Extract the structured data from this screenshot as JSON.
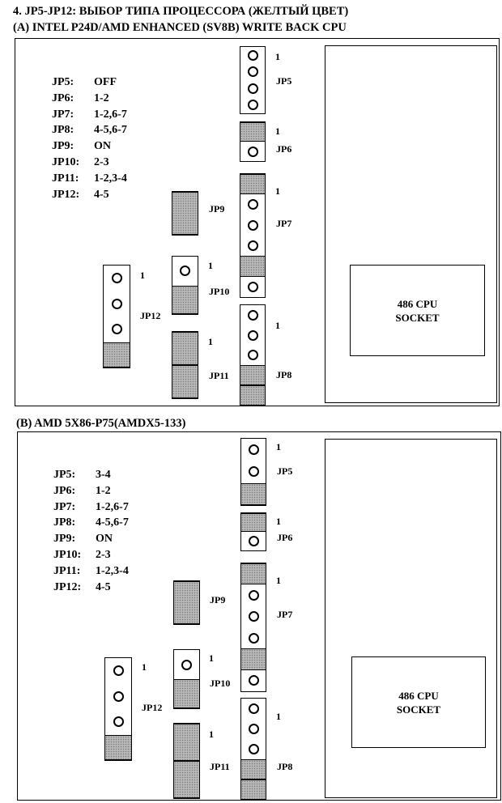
{
  "title": "4.  JP5-JP12: ВЫБОР ТИПА ПРОЦЕССОРА (ЖЕЛТЫЙ ЦВЕТ)",
  "pin_one_label": "1",
  "cpu_socket": {
    "line1": "486 CPU",
    "line2": "SOCKET"
  },
  "jumper_names": {
    "jp5": "JP5",
    "jp6": "JP6",
    "jp7": "JP7",
    "jp8": "JP8",
    "jp9": "JP9",
    "jp10": "JP10",
    "jp11": "JP11",
    "jp12": "JP12"
  },
  "configs": [
    {
      "heading": "(A) INTEL P24D/AMD ENHANCED (SV8B) WRITE BACK CPU",
      "settings": [
        {
          "label": "JP5:",
          "value": "OFF"
        },
        {
          "label": "JP6:",
          "value": "1-2"
        },
        {
          "label": "JP7:",
          "value": "1-2,6-7"
        },
        {
          "label": "JP8:",
          "value": "4-5,6-7"
        },
        {
          "label": "JP9:",
          "value": "ON"
        },
        {
          "label": "JP10:",
          "value": "2-3"
        },
        {
          "label": "JP11:",
          "value": "1-2,3-4"
        },
        {
          "label": "JP12:",
          "value": "4-5"
        }
      ]
    },
    {
      "heading": "(B) AMD 5X86-P75(AMDX5-133)",
      "settings": [
        {
          "label": "JP5:",
          "value": "3-4"
        },
        {
          "label": "JP6:",
          "value": "1-2"
        },
        {
          "label": "JP7:",
          "value": "1-2,6-7"
        },
        {
          "label": "JP8:",
          "value": "4-5,6-7"
        },
        {
          "label": "JP9:",
          "value": "ON"
        },
        {
          "label": "JP10:",
          "value": "2-3"
        },
        {
          "label": "JP11:",
          "value": "1-2,3-4"
        },
        {
          "label": "JP12:",
          "value": "4-5"
        }
      ]
    }
  ],
  "jumper_cells": {
    "A": {
      "jp5": [
        "open",
        "open",
        "open",
        "open"
      ],
      "jp6": [
        "shaded",
        "open"
      ],
      "jp7": [
        "shaded",
        "open",
        "open",
        "open",
        "shaded",
        "open"
      ],
      "jp8": [
        "open",
        "open",
        "open",
        "shaded",
        "shaded"
      ],
      "jp9": [
        "shaded"
      ],
      "jp10": [
        "open",
        "shaded"
      ],
      "jp11": [
        "shaded",
        "shaded"
      ],
      "jp12": [
        "open",
        "open",
        "open",
        "shaded"
      ]
    },
    "B": {
      "jp5": [
        "open",
        "open",
        "shaded"
      ],
      "jp6": [
        "shaded",
        "open"
      ],
      "jp7": [
        "shaded",
        "open",
        "open",
        "open",
        "shaded",
        "open"
      ],
      "jp8": [
        "open",
        "open",
        "open",
        "shaded",
        "shaded"
      ],
      "jp9": [
        "shaded"
      ],
      "jp10": [
        "open",
        "shaded"
      ],
      "jp11": [
        "shaded",
        "shaded"
      ],
      "jp12": [
        "open",
        "open",
        "open",
        "shaded"
      ]
    }
  }
}
